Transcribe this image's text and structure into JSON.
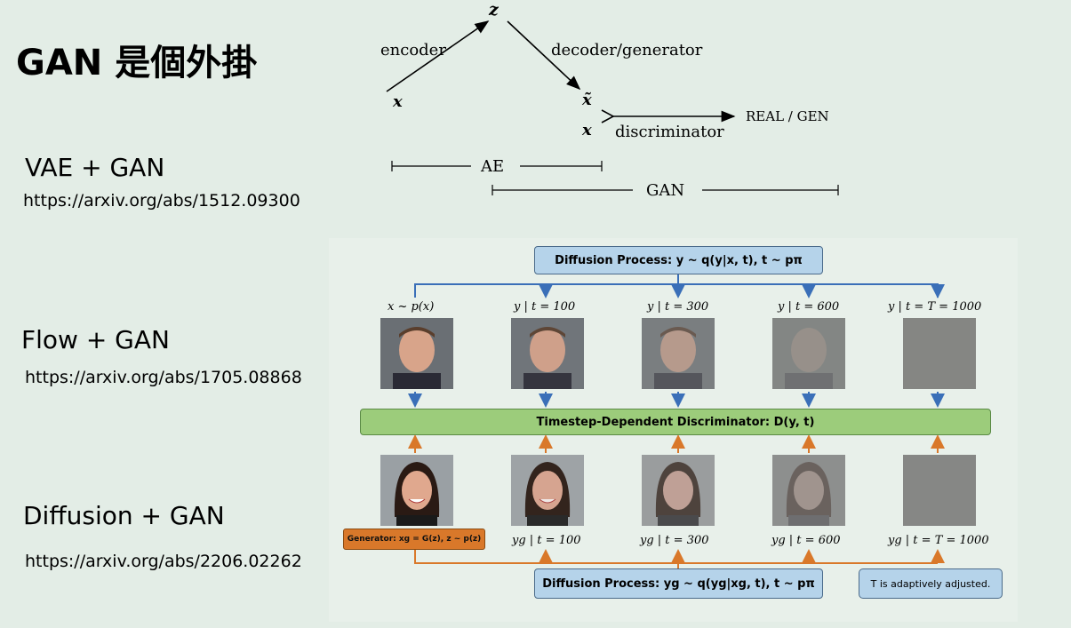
{
  "slide": {
    "title": "GAN 是個外掛",
    "sections": [
      {
        "label": "VAE + GAN",
        "link": "https://arxiv.org/abs/1512.09300"
      },
      {
        "label": "Flow + GAN",
        "link": "https://arxiv.org/abs/1705.08868"
      },
      {
        "label": "Diffusion + GAN",
        "link": "https://arxiv.org/abs/2206.02262"
      }
    ]
  },
  "vae_diagram": {
    "z": "z",
    "x": "x",
    "x_tilde": "x̃",
    "x2": "x",
    "encoder": "encoder",
    "decoder": "decoder/generator",
    "discriminator": "discriminator",
    "output": "REAL / GEN",
    "ae": "AE",
    "gan": "GAN"
  },
  "diffusion_diagram": {
    "top_box": "Diffusion Process: y ~ q(y|x, t), t ~ pπ",
    "top_labels": [
      "x ~ p(x)",
      "y | t = 100",
      "y | t = 300",
      "y | t = 600",
      "y | t = T = 1000"
    ],
    "discriminator": "Timestep-Dependent Discriminator: D(y, t)",
    "generator": "Generator: xg = G(z), z ~ p(z)",
    "bottom_labels": [
      "yg | t = 100",
      "yg | t = 300",
      "yg | t = 600",
      "yg | t = T = 1000"
    ],
    "bottom_box": "Diffusion Process: yg ~ q(yg|xg, t), t ~ pπ",
    "note": "T is adaptively adjusted.",
    "colors": {
      "blue_arrow": "#3a6fb8",
      "orange_arrow": "#d9782a",
      "box_blue": "#b5d3ea",
      "bar_green": "#9ccc7b"
    }
  }
}
